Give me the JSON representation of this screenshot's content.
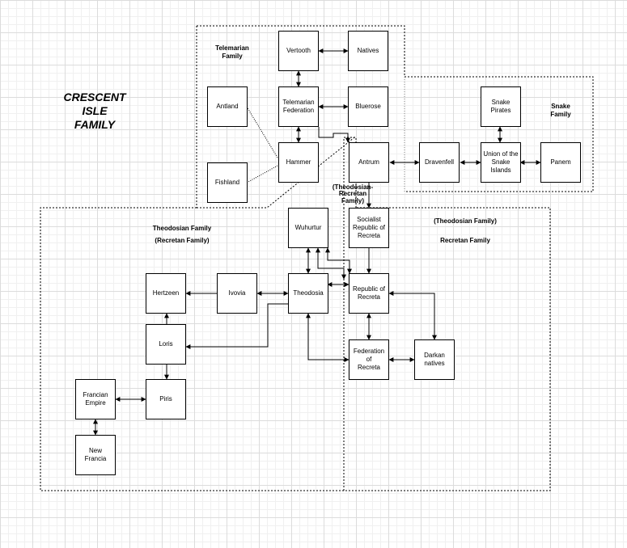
{
  "title": "CRESCENT ISLE\nFAMILY",
  "group_labels": {
    "telemarian": "Telemarian\nFamily",
    "snake": "Snake\nFamily",
    "theodosian": "Theodosian Family",
    "theodosian_recretan": "(Recretan Family)",
    "theodosian_recretan_mid": "(Theodosian-\nRecretan\nFamily)",
    "right_theodosian": "(Theodosian Family)",
    "right_recretan": "Recretan Family"
  },
  "nodes": {
    "vertooth": "Vertooth",
    "natives": "Natives",
    "telemarian_federation": "Telemarian\nFederation",
    "bluerose": "Bluerose",
    "antland": "Antland",
    "hammer": "Hammer",
    "fishland": "Fishland",
    "antrum": "Antrum",
    "dravenfell": "Dravenfell",
    "union_snake": "Union of the\nSnake Islands",
    "panem": "Panem",
    "snake_pirates": "Snake Pirates",
    "wuhurtur": "Wuhurtur",
    "socialist_recreta": "Socialist\nRepublic of\nRecreta",
    "hertzeen": "Hertzeen",
    "ivovia": "Ivovia",
    "theodosia": "Theodosia",
    "republic_recreta": "Republic of\nRecreta",
    "loris": "Loris",
    "federation_recreta": "Federation of\nRecreta",
    "darkan": "Darkan\nnatives",
    "francian_empire": "Francian\nEmpire",
    "piris": "Piris",
    "new_francia": "New Francia"
  }
}
